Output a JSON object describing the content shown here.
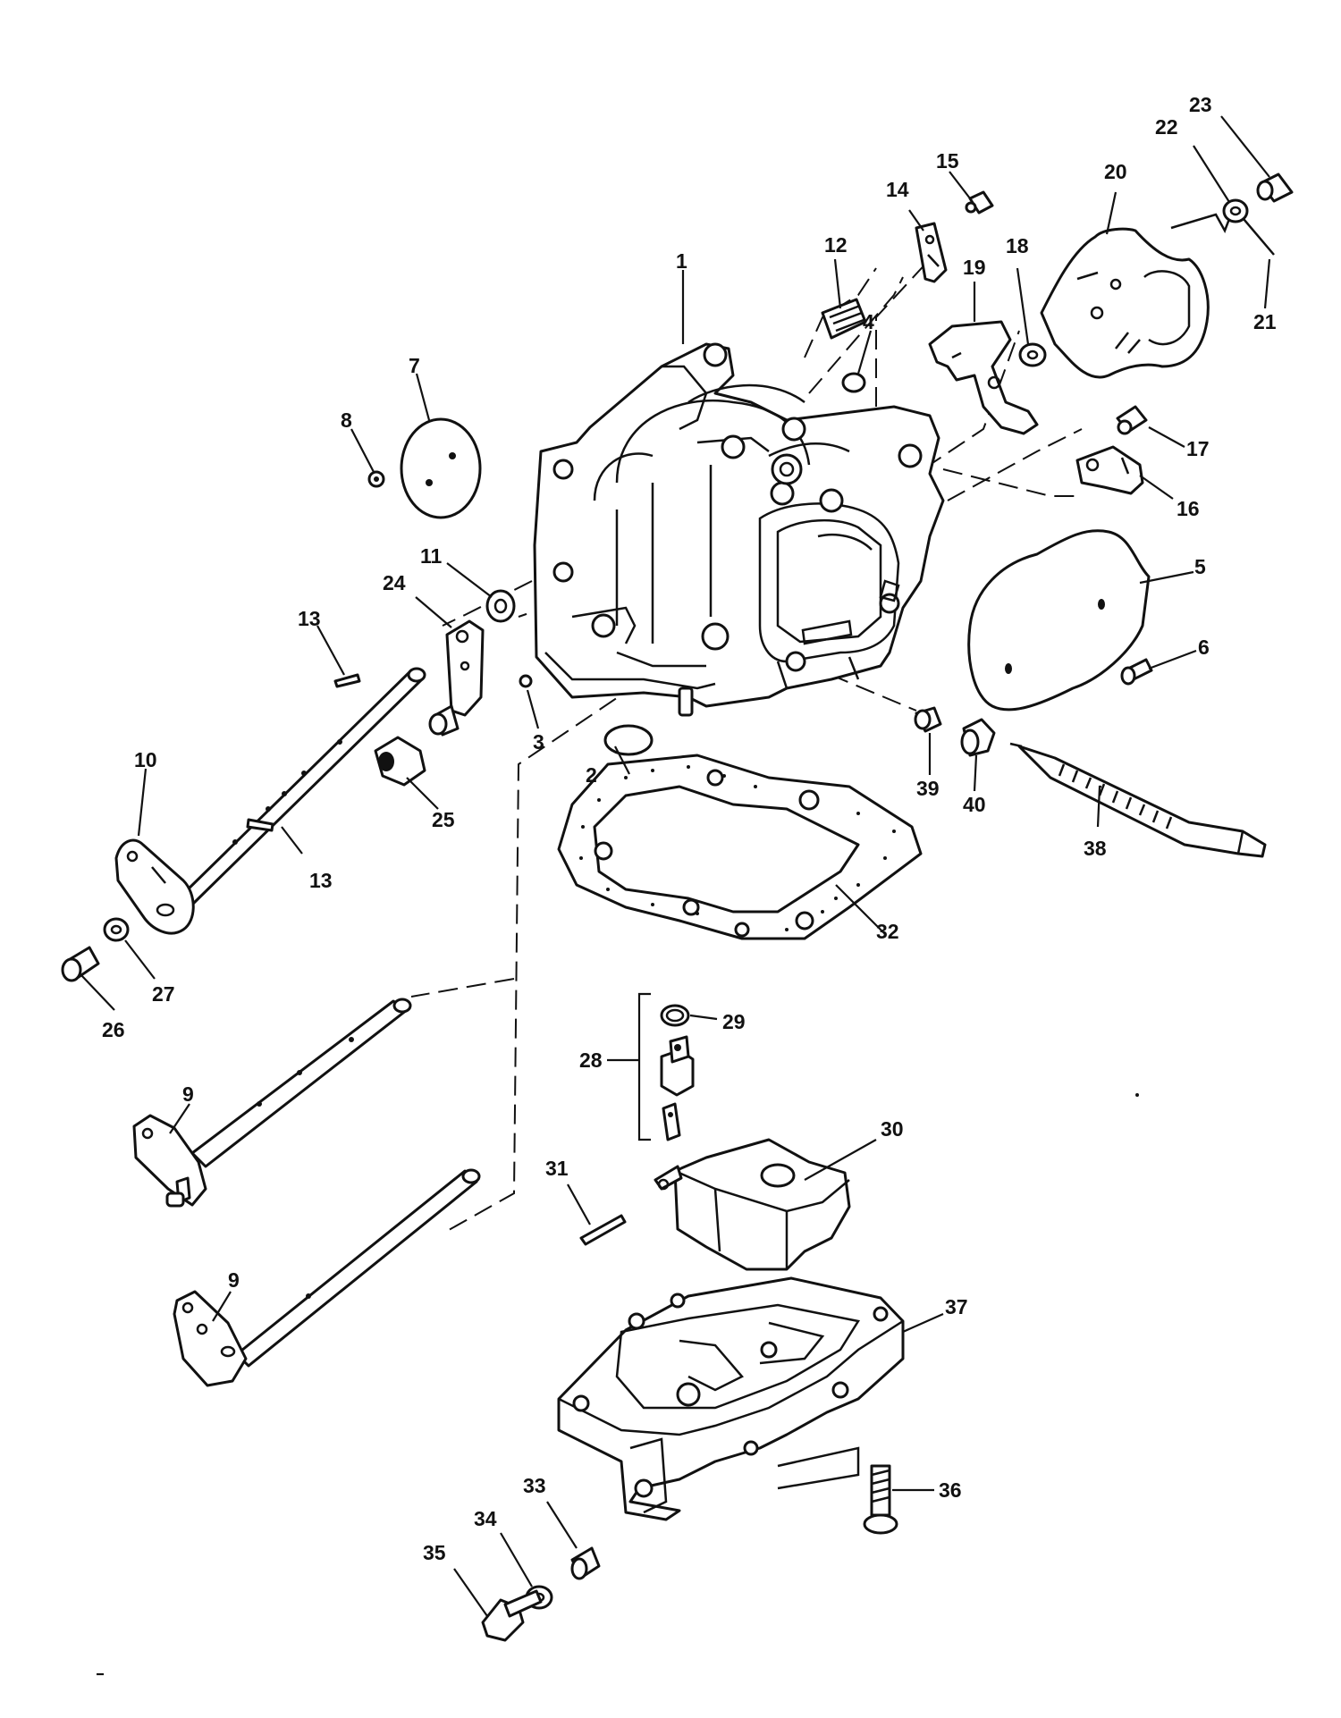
{
  "callouts": [
    {
      "id": "c1",
      "text": "1"
    },
    {
      "id": "c2",
      "text": "2"
    },
    {
      "id": "c3",
      "text": "3"
    },
    {
      "id": "c4",
      "text": "4"
    },
    {
      "id": "c5",
      "text": "5"
    },
    {
      "id": "c6",
      "text": "6"
    },
    {
      "id": "c7",
      "text": "7"
    },
    {
      "id": "c8",
      "text": "8"
    },
    {
      "id": "c9a",
      "text": "9"
    },
    {
      "id": "c9b",
      "text": "9"
    },
    {
      "id": "c10",
      "text": "10"
    },
    {
      "id": "c11",
      "text": "11"
    },
    {
      "id": "c12",
      "text": "12"
    },
    {
      "id": "c13a",
      "text": "13"
    },
    {
      "id": "c13b",
      "text": "13"
    },
    {
      "id": "c14",
      "text": "14"
    },
    {
      "id": "c15",
      "text": "15"
    },
    {
      "id": "c16",
      "text": "16"
    },
    {
      "id": "c17",
      "text": "17"
    },
    {
      "id": "c18",
      "text": "18"
    },
    {
      "id": "c19",
      "text": "19"
    },
    {
      "id": "c20",
      "text": "20"
    },
    {
      "id": "c21",
      "text": "21"
    },
    {
      "id": "c22",
      "text": "22"
    },
    {
      "id": "c23",
      "text": "23"
    },
    {
      "id": "c24",
      "text": "24"
    },
    {
      "id": "c25",
      "text": "25"
    },
    {
      "id": "c26",
      "text": "26"
    },
    {
      "id": "c27",
      "text": "27"
    },
    {
      "id": "c28",
      "text": "28"
    },
    {
      "id": "c29",
      "text": "29"
    },
    {
      "id": "c30",
      "text": "30"
    },
    {
      "id": "c31",
      "text": "31"
    },
    {
      "id": "c32",
      "text": "32"
    },
    {
      "id": "c33",
      "text": "33"
    },
    {
      "id": "c34",
      "text": "34"
    },
    {
      "id": "c35",
      "text": "35"
    },
    {
      "id": "c36",
      "text": "36"
    },
    {
      "id": "c37",
      "text": "37"
    },
    {
      "id": "c38",
      "text": "38"
    },
    {
      "id": "c39",
      "text": "39"
    },
    {
      "id": "c40",
      "text": "40"
    }
  ]
}
